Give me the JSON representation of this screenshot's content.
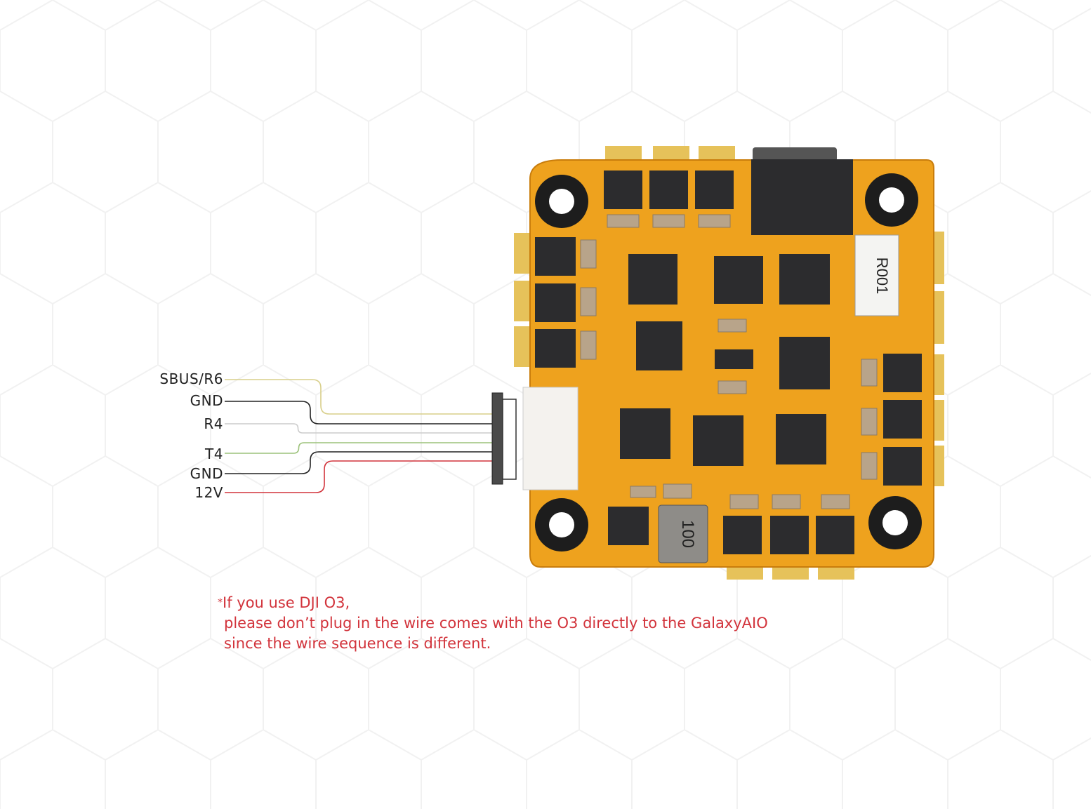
{
  "diagram": {
    "board_name": "GalaxyAIO",
    "resistor_marking": "R001",
    "inductor_marking": "100",
    "wires": [
      {
        "label": "SBUS/R6",
        "color": "#d8cf8a"
      },
      {
        "label": "GND",
        "color": "#222222"
      },
      {
        "label": "R4",
        "color": "#cccccc"
      },
      {
        "label": "T4",
        "color": "#9cc27a"
      },
      {
        "label": "GND",
        "color": "#222222"
      },
      {
        "label": "12V",
        "color": "#d2333b"
      }
    ],
    "note": {
      "marker": "*",
      "line1": "If you use DJI O3,",
      "line2": "please don’t plug in the wire comes with the O3 directly to the GalaxyAIO",
      "line3": "since the wire sequence is different.",
      "color": "#d2333b"
    },
    "colors": {
      "pcb": "#eea21e",
      "pad": "#e6c25a",
      "chip": "#2c2c2e"
    }
  }
}
